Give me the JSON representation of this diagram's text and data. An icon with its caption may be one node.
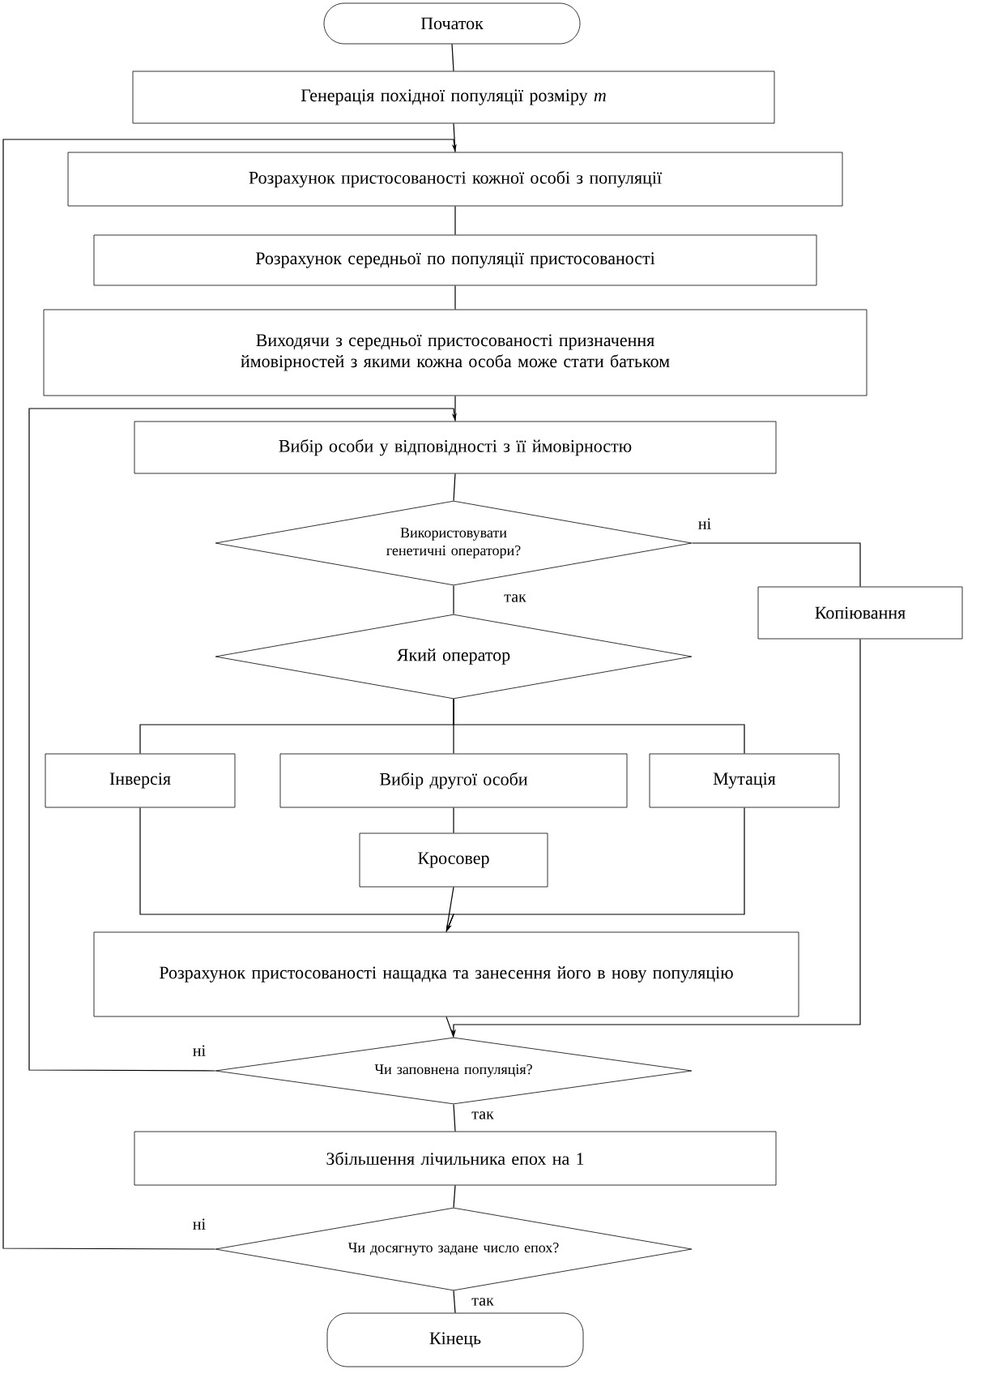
{
  "diagram": {
    "nodes": [
      {
        "text": [
          "Початок"
        ]
      },
      {
        "text": [
          "Генерація похідної популяції розміру *m*"
        ]
      },
      {
        "text": [
          "Розрахунок пристосованості кожної особі з популяції"
        ]
      },
      {
        "text": [
          "Розрахунок середньої по популяції пристосованості"
        ]
      },
      {
        "text": [
          "Виходячи з середньої пристосованості призначення ймовірностей з якими кожна особа може стати батьком"
        ]
      },
      {
        "text": [
          "Вибір особи у відповідності з її ймовірностю"
        ]
      },
      {
        "text": [
          "Використовувати генетичні оператори?"
        ]
      },
      {
        "text": [
          "Який оператор"
        ]
      },
      {
        "text": [
          "Інверсія"
        ]
      },
      {
        "text": [
          "Вибір другої особи"
        ]
      },
      {
        "text": [
          "Мутація"
        ]
      },
      {
        "text": [
          "Кросовер"
        ]
      },
      {
        "text": [
          "Копіювання"
        ]
      },
      {
        "text": [
          "Розрахунок пристосованості нащадка та занесення його в нову популяцію"
        ]
      },
      {
        "text": [
          "Чи заповнена популяція?"
        ]
      },
      {
        "text": [
          "Збільшення лічильника епох на 1"
        ]
      },
      {
        "text": [
          "Чи досягнуто задане число епох?"
        ]
      },
      {
        "text": [
          "Кінець"
        ]
      }
    ],
    "edges": [
      {
        "from": 0,
        "to": 1,
        "arrow": "none"
      },
      {
        "from": 1,
        "to": 2,
        "arrow": "none"
      },
      {
        "from": 2,
        "to": 3,
        "arrow": "none"
      },
      {
        "from": 3,
        "to": 4,
        "arrow": "none"
      },
      {
        "from": 4,
        "to": 5,
        "arrow": "none"
      },
      {
        "from": 5,
        "to": 6,
        "arrow": "none"
      },
      {
        "from": 6,
        "to": 7,
        "arrow": "none",
        "label": "так"
      },
      {
        "from": 6,
        "to": 12,
        "arrow": "none",
        "label": "ні"
      },
      {
        "from": 7,
        "to": 8,
        "arrow": "none"
      },
      {
        "from": 7,
        "to": 9,
        "arrow": "none"
      },
      {
        "from": 7,
        "to": 10,
        "arrow": "none"
      },
      {
        "from": 9,
        "to": 11,
        "arrow": "none"
      },
      {
        "from": 8,
        "to": 13,
        "arrow": "to"
      },
      {
        "from": 10,
        "to": 13,
        "arrow": "to"
      },
      {
        "from": 11,
        "to": 13,
        "arrow": "none"
      },
      {
        "from": 13,
        "to": 14,
        "arrow": "none"
      },
      {
        "from": 12,
        "to": 14,
        "arrow": "to"
      },
      {
        "from": 14,
        "to": 5,
        "arrow": "to",
        "label": "ні"
      },
      {
        "from": 14,
        "to": 15,
        "arrow": "none",
        "label": "так"
      },
      {
        "from": 15,
        "to": 16,
        "arrow": "none"
      },
      {
        "from": 16,
        "to": 2,
        "arrow": "to",
        "label": "ні"
      },
      {
        "from": 16,
        "to": 17,
        "arrow": "none",
        "label": "так"
      }
    ]
  }
}
